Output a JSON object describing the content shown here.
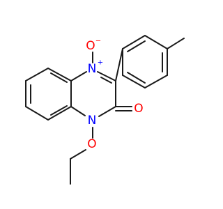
{
  "molecule": {
    "atoms": {
      "n_oxide": {
        "symbol": "N",
        "charge": "+",
        "color": "#0000ff"
      },
      "o_oxide": {
        "symbol": "O",
        "charge": "−",
        "color": "#ff0000"
      },
      "n_ring": {
        "symbol": "N",
        "charge": "",
        "color": "#0000ff"
      },
      "o_carbonyl": {
        "symbol": "O",
        "charge": "",
        "color": "#ff0000"
      },
      "o_ethoxy": {
        "symbol": "O",
        "charge": "",
        "color": "#ff0000"
      }
    },
    "bond_color": "#1a1a1a",
    "background": "#ffffff"
  }
}
